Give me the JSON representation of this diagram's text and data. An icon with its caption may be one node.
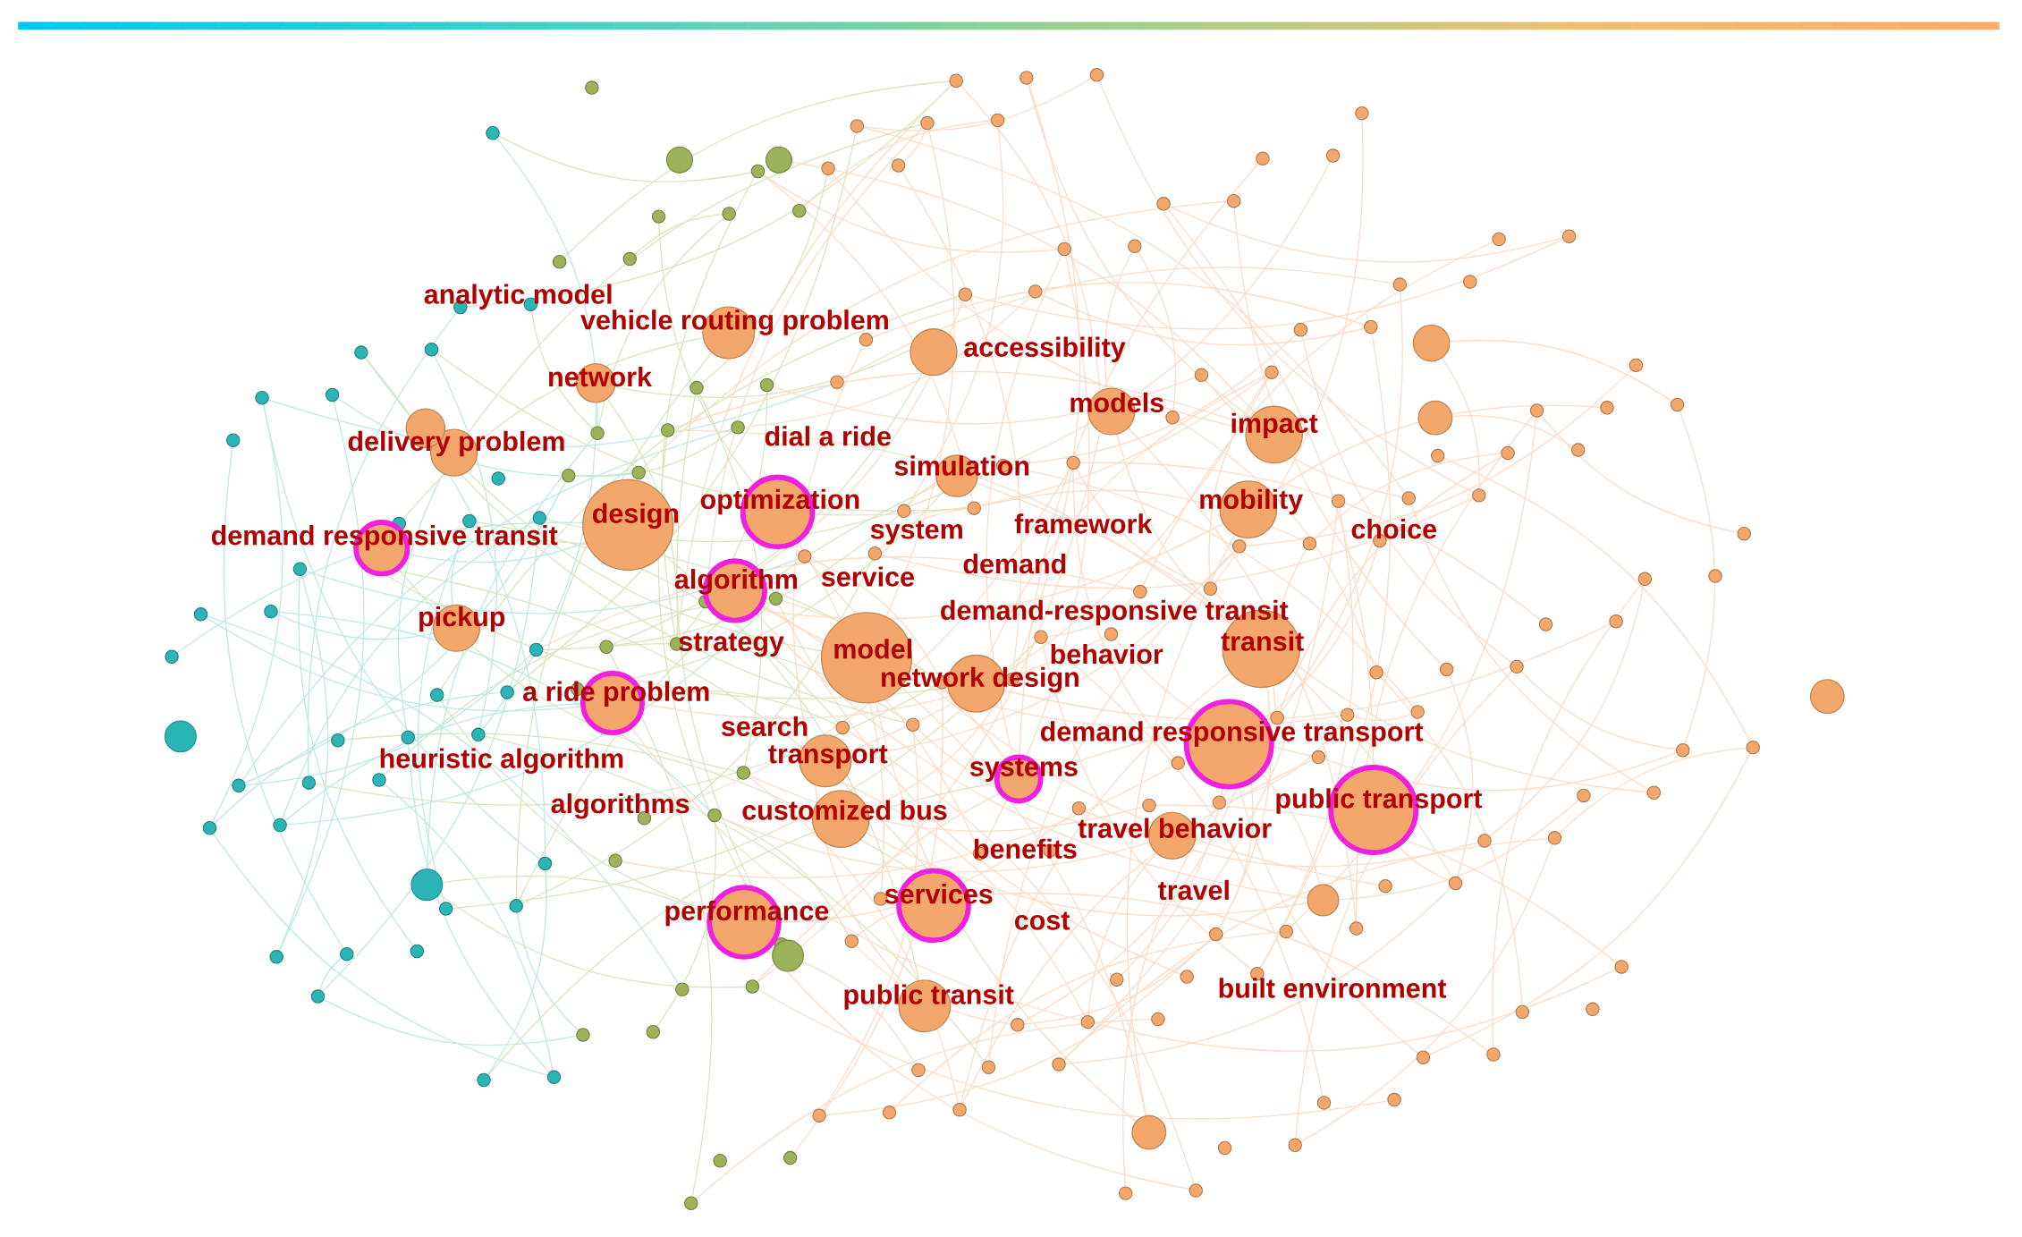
{
  "diagram": {
    "labels": [
      "analytic model",
      "vehicle routing problem",
      "accessibility",
      "network",
      "models",
      "impact",
      "delivery problem",
      "dial a ride",
      "simulation",
      "optimization",
      "mobility",
      "demand responsive transit",
      "design",
      "system",
      "framework",
      "choice",
      "demand",
      "algorithm",
      "service",
      "demand-responsive transit",
      "pickup",
      "transit",
      "strategy",
      "model",
      "behavior",
      "network design",
      "a ride problem",
      "search",
      "demand responsive transport",
      "heuristic algorithm",
      "transport",
      "systems",
      "public transport",
      "algorithms",
      "customized bus",
      "travel behavior",
      "benefits",
      "travel",
      "services",
      "cost",
      "performance",
      "public transit",
      "built environment"
    ]
  }
}
